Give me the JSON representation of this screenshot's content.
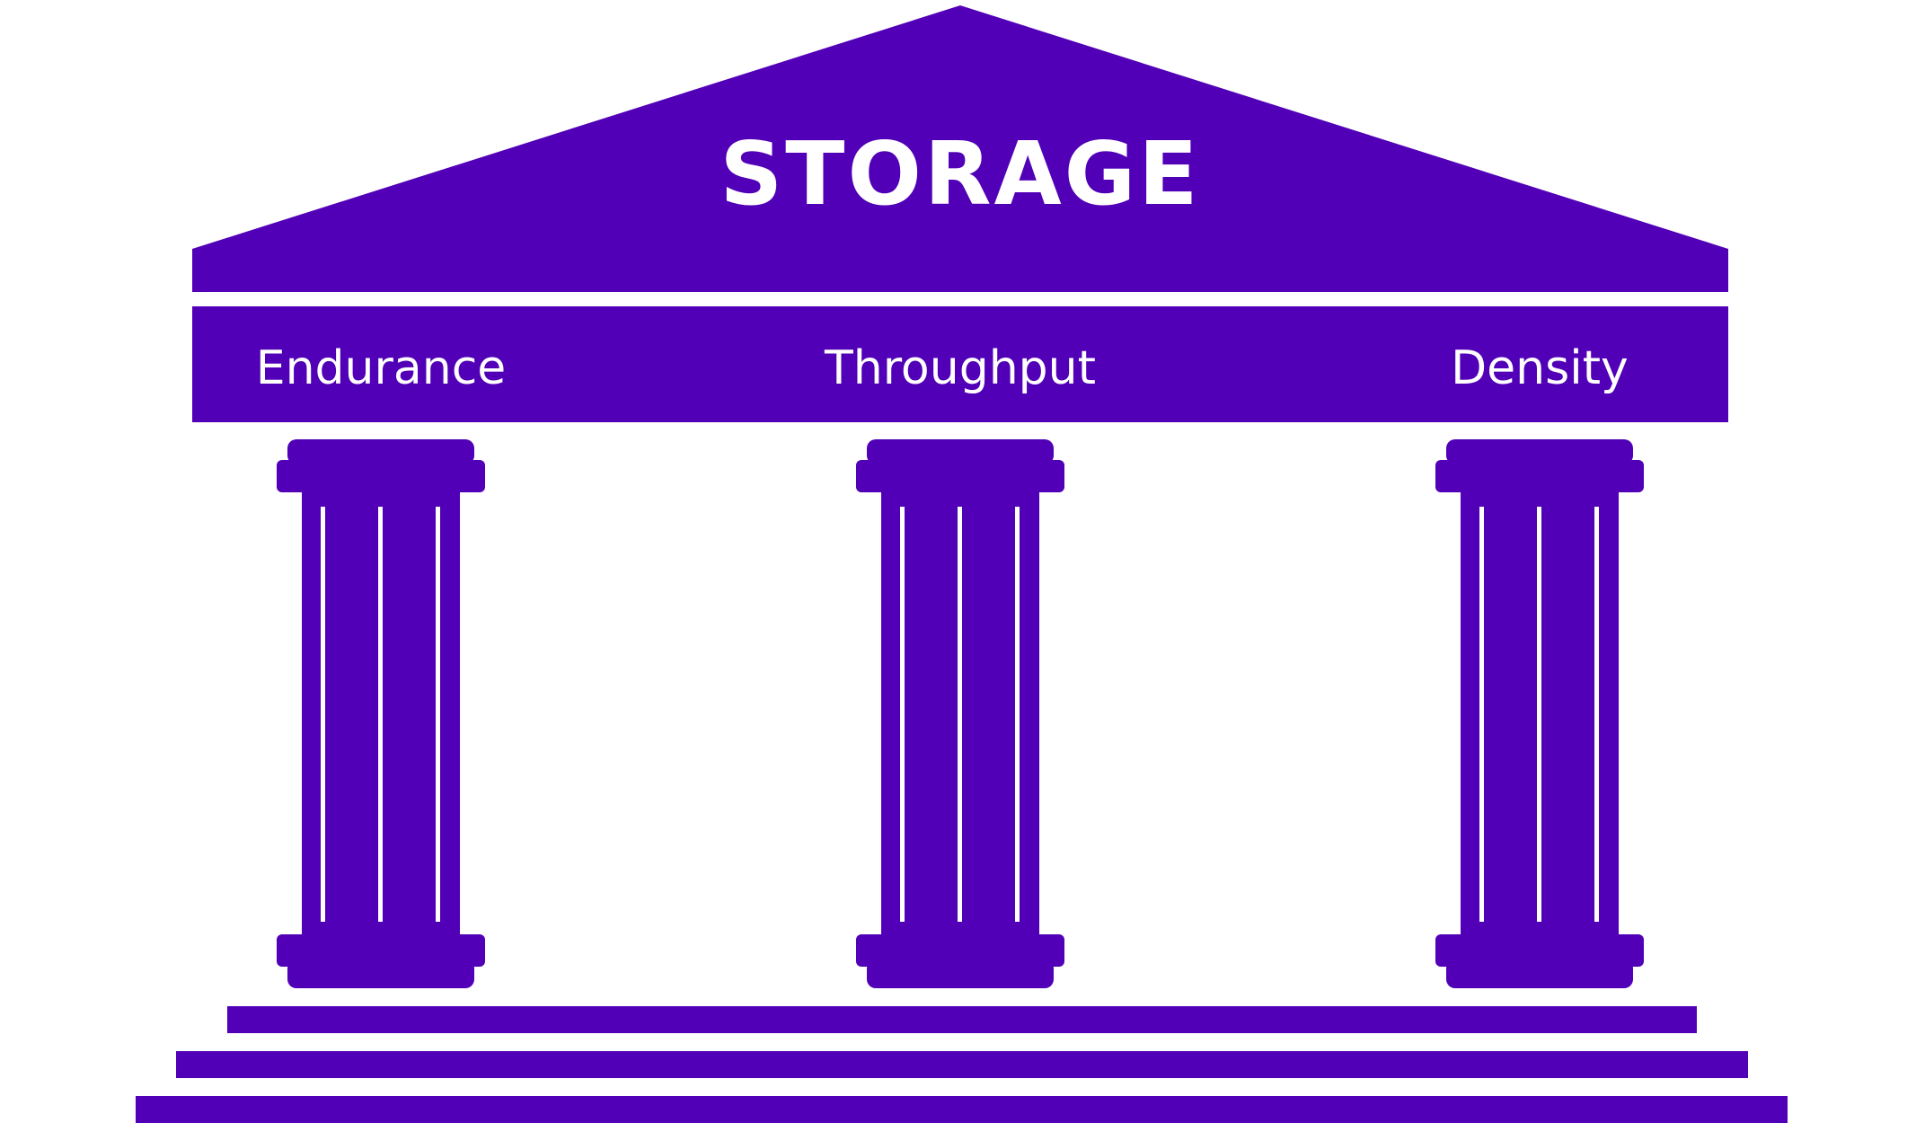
{
  "colors": {
    "primary": "#5100b7",
    "background": "#ffffff",
    "text": "#ffffff"
  },
  "diagram": {
    "title": "STORAGE",
    "pillars": [
      {
        "label": "Endurance"
      },
      {
        "label": "Throughput"
      },
      {
        "label": "Density"
      }
    ]
  }
}
